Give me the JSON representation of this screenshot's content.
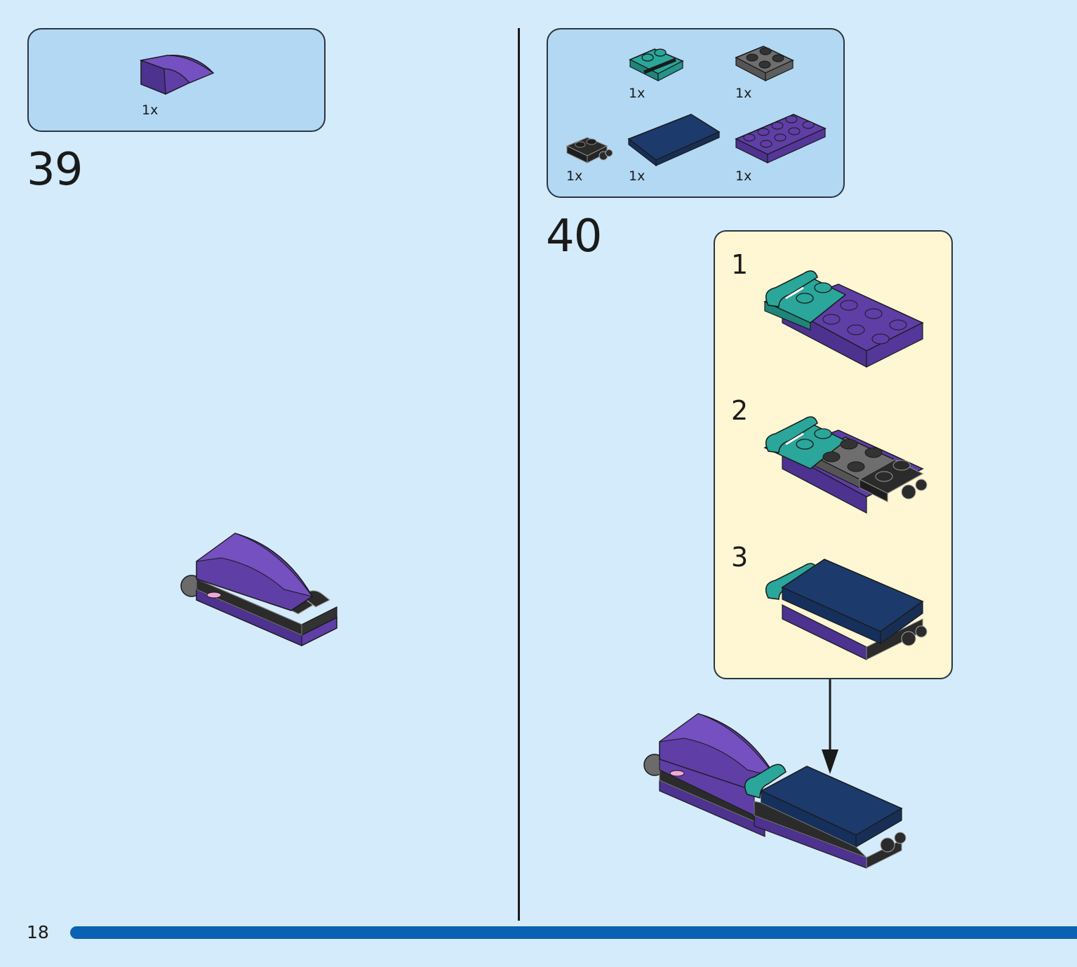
{
  "page_number": "18",
  "step39": {
    "number": "39",
    "parts": [
      {
        "name": "purple-curved-slope",
        "qty": "1x",
        "color": "#5f3ea6"
      }
    ]
  },
  "step40": {
    "number": "40",
    "parts": [
      {
        "name": "teal-plate-with-bar",
        "qty": "1x",
        "color": "#2aa69a"
      },
      {
        "name": "gray-2x2-plate",
        "qty": "1x",
        "color": "#6e6e6e"
      },
      {
        "name": "black-plate-with-clips",
        "qty": "1x",
        "color": "#2b2b2b"
      },
      {
        "name": "navy-tile",
        "qty": "1x",
        "color": "#1d3a6c"
      },
      {
        "name": "purple-2x4-plate",
        "qty": "1x",
        "color": "#5f3ea6"
      }
    ],
    "substeps": [
      "1",
      "2",
      "3"
    ]
  },
  "colors": {
    "background": "#d4ebfb",
    "parts_box": "#b3d8f4",
    "substep_box": "#fff6d3",
    "progress_bar": "#0a62b4"
  }
}
